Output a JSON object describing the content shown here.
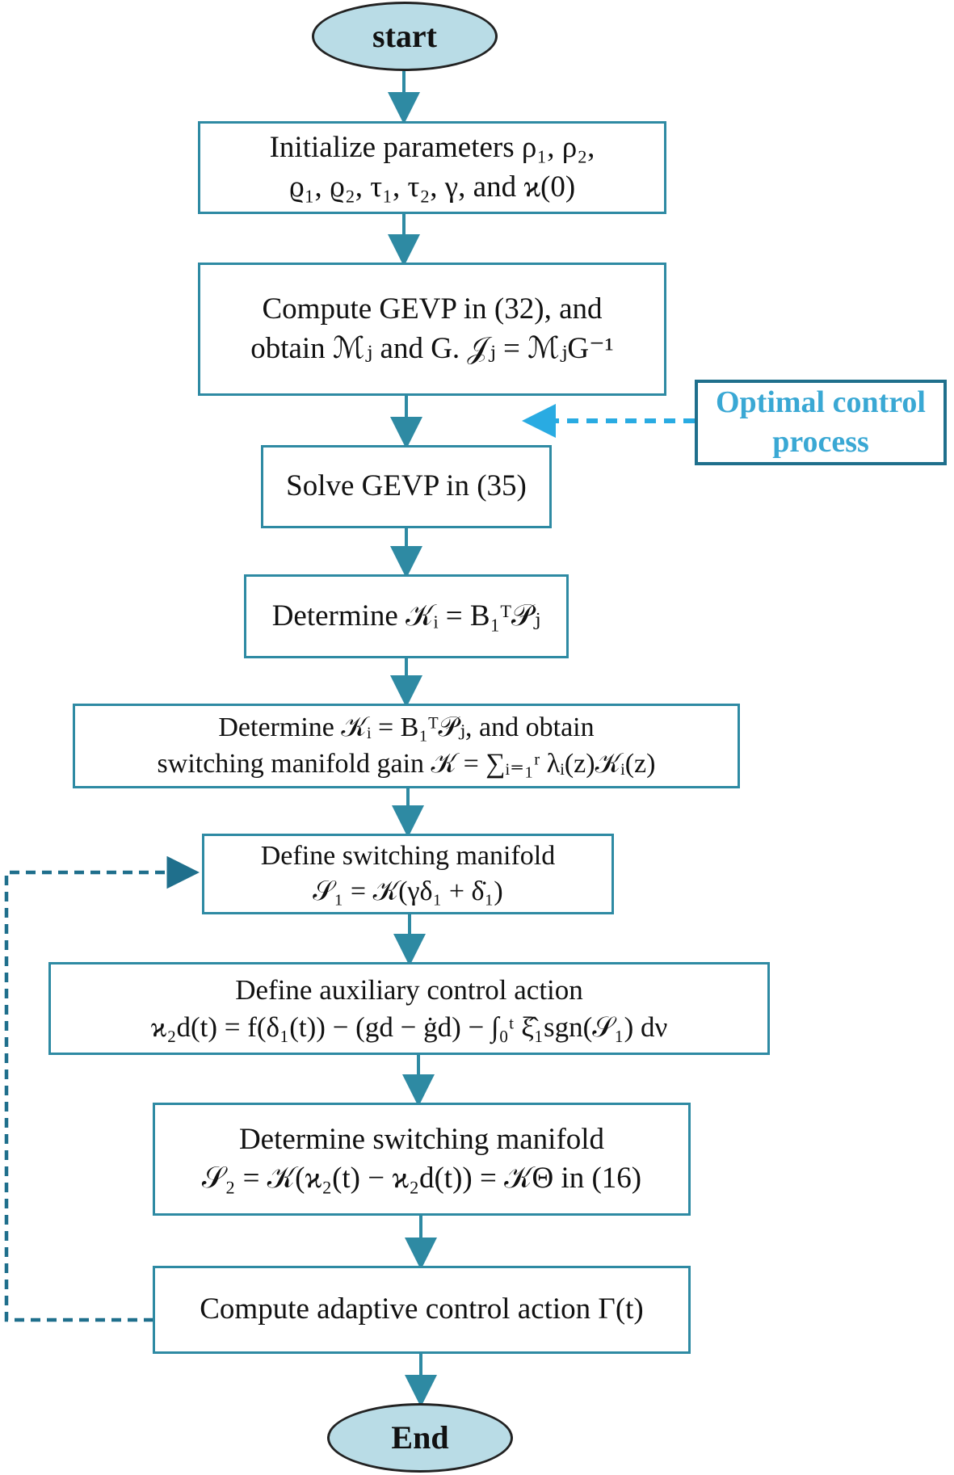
{
  "nodes": {
    "start": "start",
    "init": {
      "line1": "Initialize parameters ρ₁, ρ₂,",
      "line2": "ϱ₁, ϱ₂, τ₁, τ₂, γ, and ϰ(0)"
    },
    "gevp32": {
      "line1": "Compute GEVP in (32), and",
      "line2": "obtain ℳⱼ and G. 𝒥ⱼ = ℳⱼG⁻¹"
    },
    "solve35": "Solve GEVP in (35)",
    "determine1": "Determine 𝒦ᵢ = B₁ᵀ𝒫ⱼ",
    "determine2": {
      "line1": "Determine 𝒦ᵢ = B₁ᵀ𝒫ⱼ, and obtain",
      "line2": "switching manifold gain 𝒦 = ∑ᵢ₌₁ʳ λᵢ(z)𝒦ᵢ(z)"
    },
    "manifold1": {
      "line1": "Define switching manifold",
      "line2": "𝒮₁ = 𝒦(γδ₁ + δ̇₁)"
    },
    "auxiliary": {
      "line1": "Define auxiliary control action",
      "line2": "ϰ₂d(t) = f(δ₁(t)) − (gd − ġd) − ∫₀ᵗ ξ̂₁sgn(𝒮₁) dν"
    },
    "manifold2": {
      "line1": "Determine switching manifold",
      "line2": "𝒮₂ = 𝒦(ϰ₂(t) − ϰ₂d(t)) = 𝒦Θ in (16)"
    },
    "adaptive": "Compute adaptive control action Γ(t)",
    "end": "End",
    "optimal": {
      "line1": "Optimal control",
      "line2": "process"
    }
  },
  "colors": {
    "box_border": "#2e8aa3",
    "arrow": "#2e8aa3",
    "terminal_fill": "#b9dce6",
    "side_border": "#1f6f8c",
    "side_text": "#3aa8d4",
    "side_arrow": "#29abe2",
    "feedback": "#1f6f8c"
  }
}
